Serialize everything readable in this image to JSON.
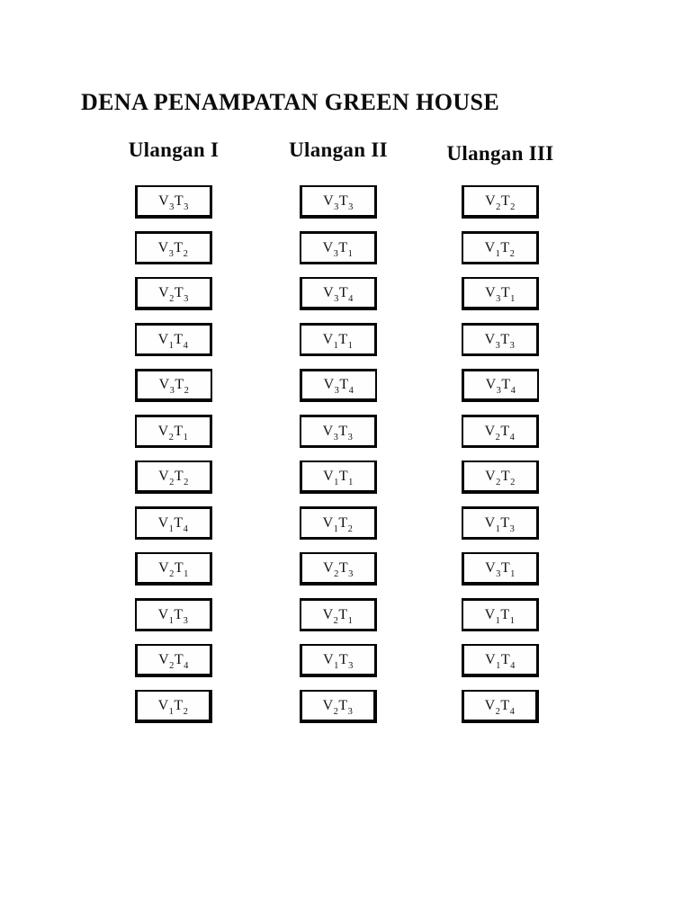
{
  "document": {
    "title": "DENA PENAMPATAN GREEN HOUSE"
  },
  "columns": [
    {
      "header": "Ulangan I",
      "cells": [
        "V3T3",
        "V3T2",
        "V2T3",
        "V1T4",
        "V3T2",
        "V2T1",
        "V2T2",
        "V1T4",
        "V2T1",
        "V1T3",
        "V2T4",
        "V1T2"
      ]
    },
    {
      "header": "Ulangan II",
      "cells": [
        "V3T3",
        "V3T1",
        "V3T4",
        "V1T1",
        "V3T4",
        "V3T3",
        "V1T1",
        "V1T2",
        "V2T3",
        "V2T1",
        "V1T3",
        "V2T3"
      ]
    },
    {
      "header": "Ulangan III",
      "cells": [
        "V2T2",
        "V1T2",
        "V3T1",
        "V3T3",
        "V3T4",
        "V2T4",
        "V2T2",
        "V1T3",
        "V3T1",
        "V1T1",
        "V1T4",
        "V2T4"
      ]
    }
  ]
}
